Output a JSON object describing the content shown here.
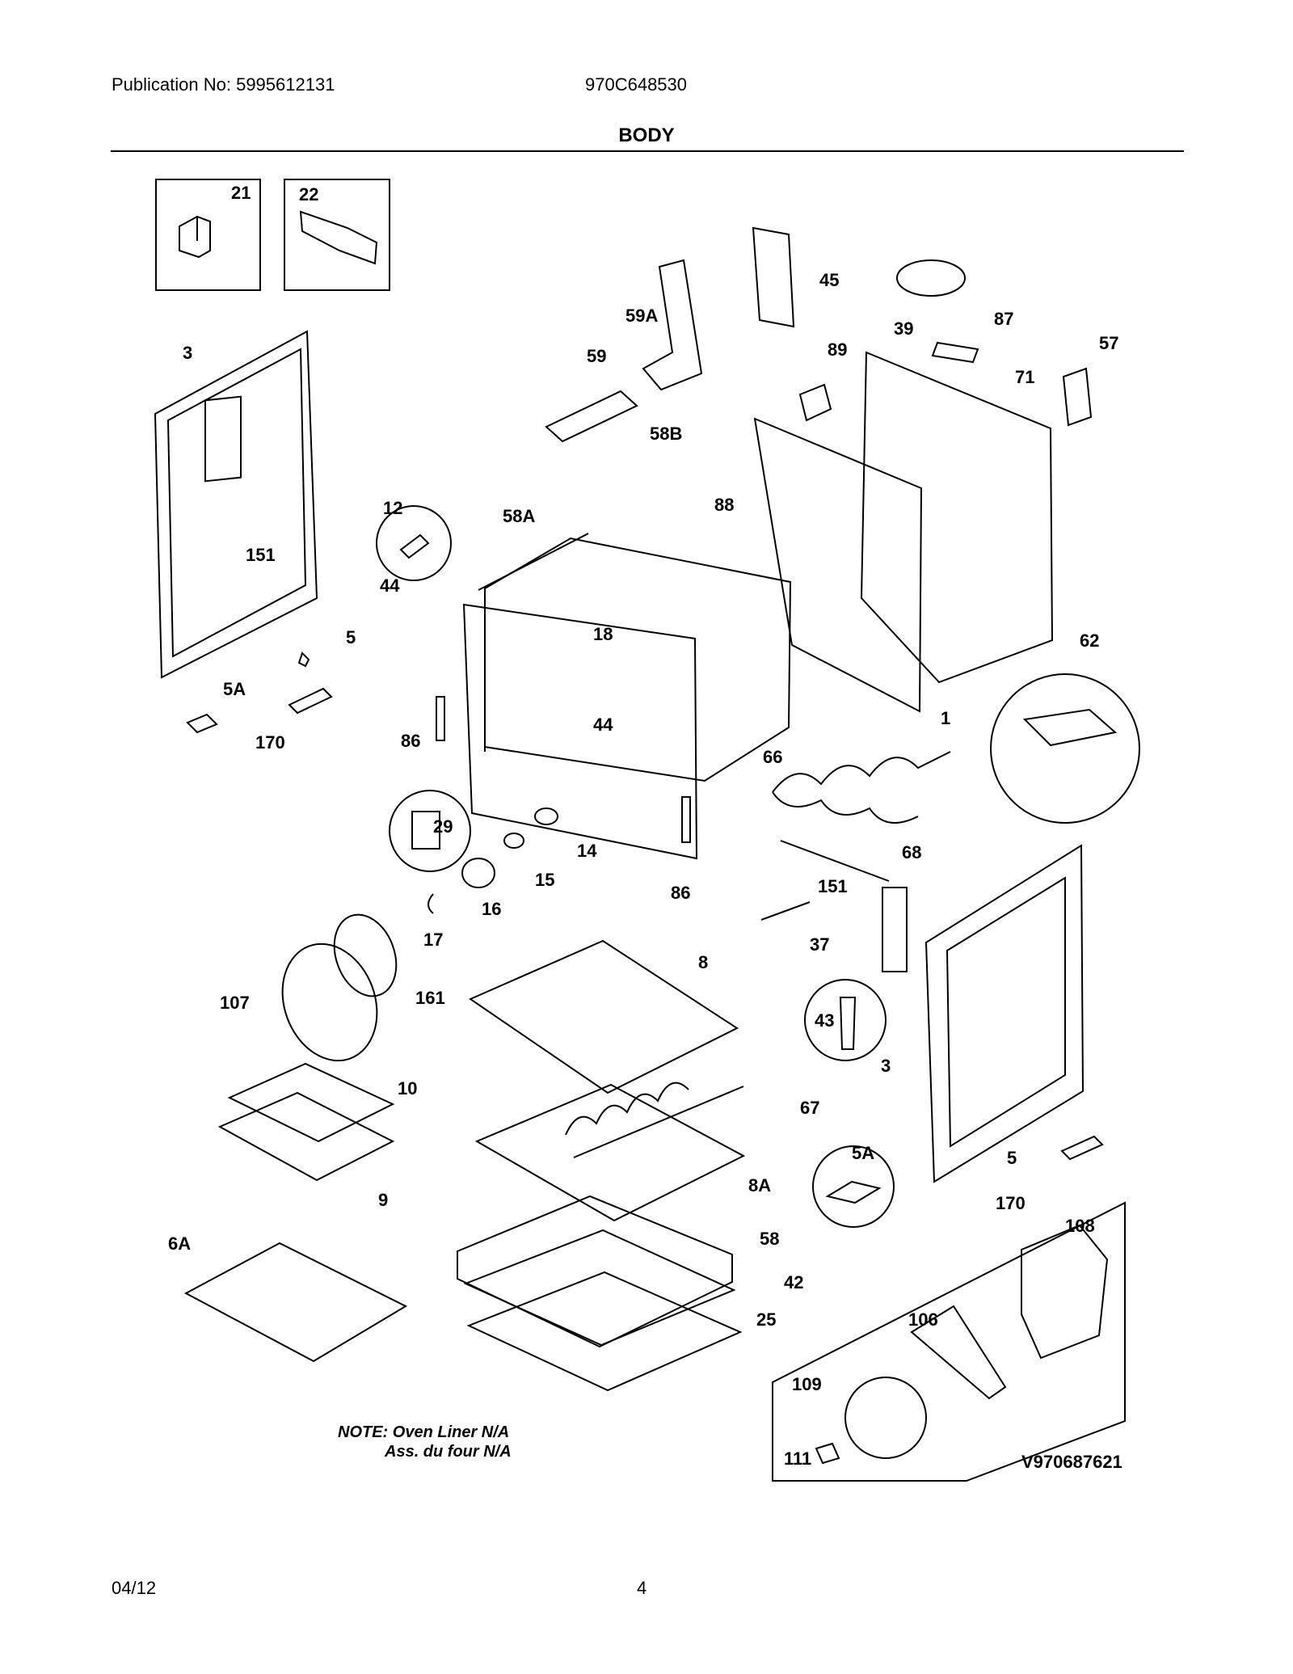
{
  "header": {
    "publication": "Publication No: 5995612131",
    "model": "970C648530",
    "title": "BODY"
  },
  "diagram": {
    "callouts": [
      "21",
      "22",
      "45",
      "39",
      "87",
      "57",
      "59A",
      "89",
      "71",
      "3",
      "59",
      "58B",
      "12",
      "88",
      "58A",
      "151",
      "44",
      "18",
      "5",
      "5A",
      "170",
      "86",
      "44",
      "1",
      "62",
      "66",
      "29",
      "14",
      "15",
      "86",
      "68",
      "151",
      "16",
      "17",
      "37",
      "8",
      "107",
      "161",
      "43",
      "3",
      "10",
      "67",
      "5A",
      "5",
      "9",
      "8A",
      "170",
      "58",
      "108",
      "6A",
      "42",
      "25",
      "106",
      "109",
      "111"
    ],
    "note_line1": "NOTE: Oven Liner N/A",
    "note_line2": "Ass. du four N/A",
    "diagram_code": "V970687621"
  },
  "footer": {
    "date": "04/12",
    "page": "4"
  }
}
